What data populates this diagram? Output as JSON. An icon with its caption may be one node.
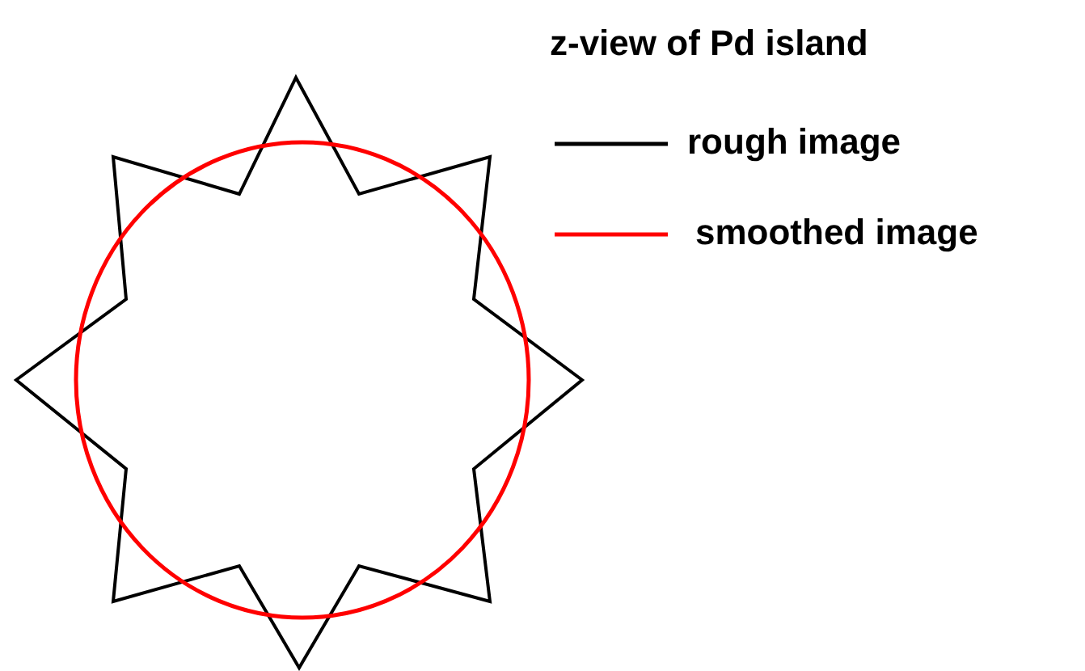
{
  "diagram": {
    "title": "z-view of Pd island",
    "legend": [
      {
        "text": "rough image"
      },
      {
        "text": "smoothed image"
      }
    ]
  }
}
